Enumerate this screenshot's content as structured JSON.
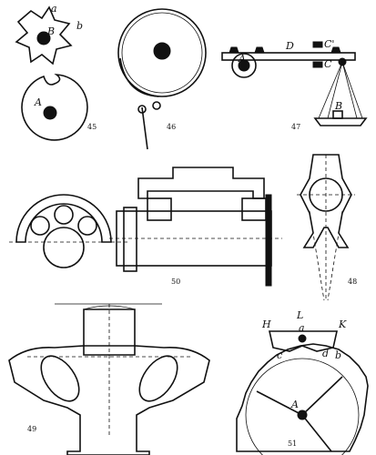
{
  "figures": [
    {
      "number": "45",
      "labels": [
        "a",
        "b",
        "B",
        "A"
      ]
    },
    {
      "number": "46",
      "labels": []
    },
    {
      "number": "47",
      "labels": [
        "A",
        "D",
        "C'",
        "C",
        "B"
      ]
    },
    {
      "number": "48",
      "labels": []
    },
    {
      "number": "49",
      "labels": []
    },
    {
      "number": "50",
      "labels": []
    },
    {
      "number": "51",
      "labels": [
        "H",
        "L",
        "a",
        "K",
        "c",
        "d",
        "b",
        "A"
      ]
    }
  ]
}
